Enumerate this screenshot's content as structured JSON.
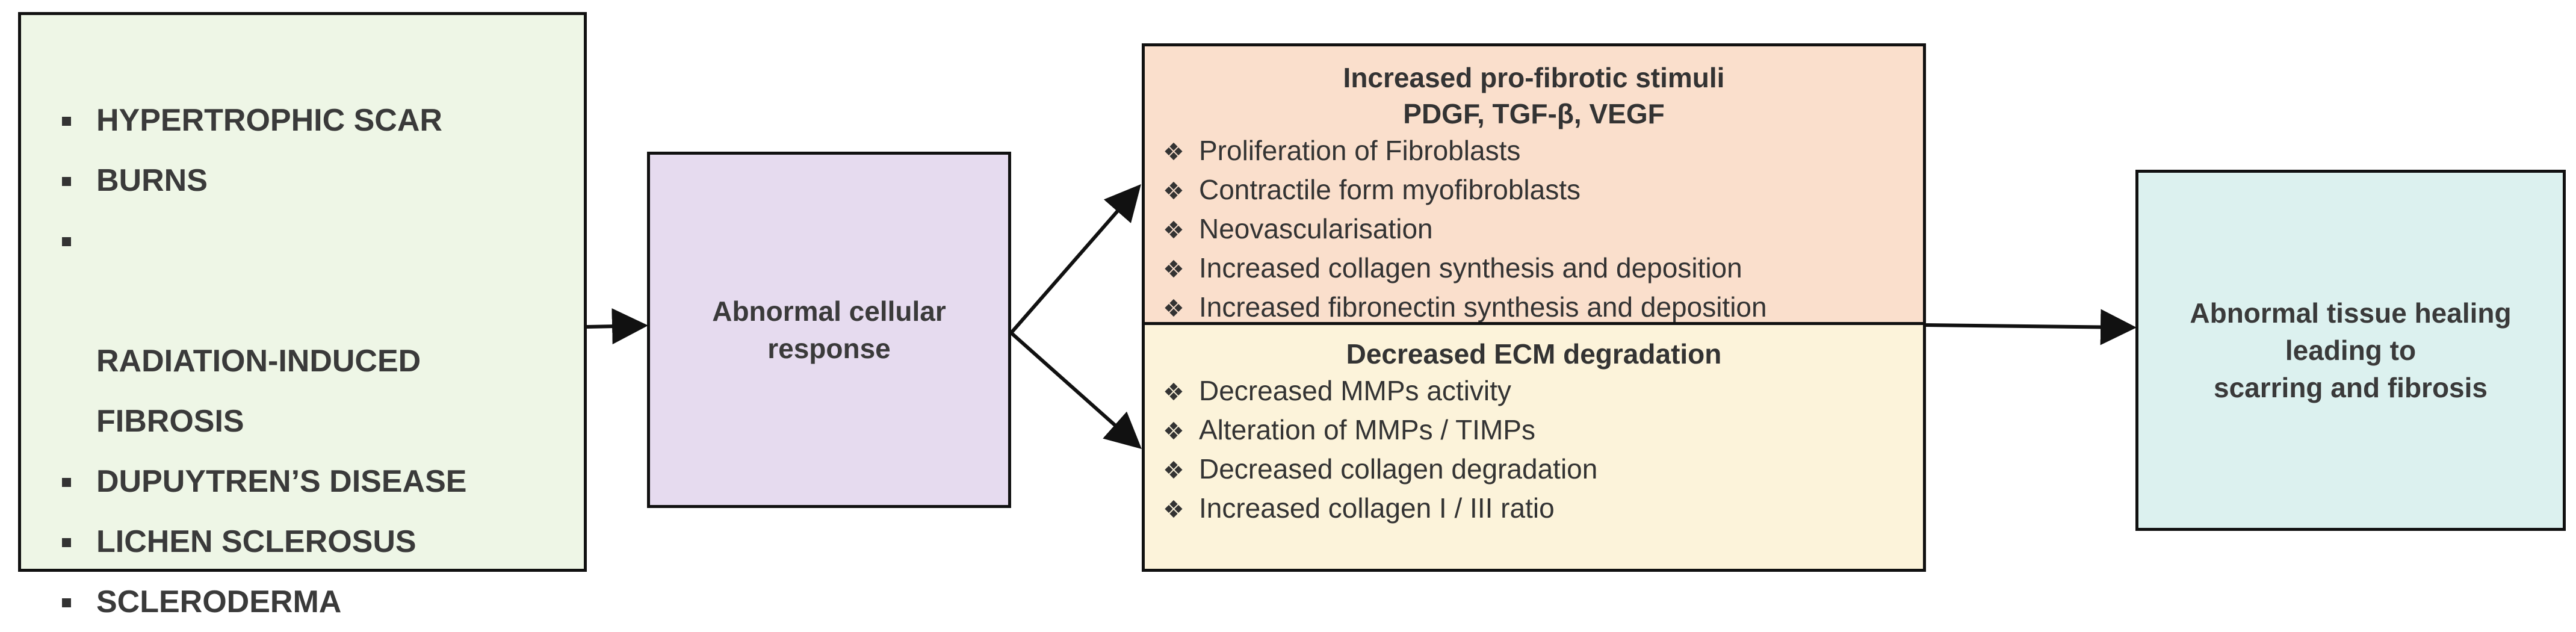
{
  "conditions": {
    "items": [
      "HYPERTROPHIC SCAR",
      "BURNS",
      "RADIATION-INDUCED\nFIBROSIS",
      "DUPUYTREN’S DISEASE",
      "LICHEN SCLEROSUS",
      "SCLERODERMA"
    ]
  },
  "cellular_response": {
    "label": "Abnormal cellular\nresponse"
  },
  "stimuli": {
    "title_line1": "Increased pro-fibrotic stimuli",
    "title_line2": "PDGF, TGF-β, VEGF",
    "items": [
      "Proliferation of Fibroblasts",
      "Contractile form myofibroblasts",
      "Neovascularisation",
      "Increased collagen synthesis and deposition",
      "Increased fibronectin synthesis and deposition"
    ]
  },
  "ecm": {
    "title": "Decreased ECM degradation",
    "items": [
      "Decreased MMPs activity",
      "Alteration of MMPs / TIMPs",
      "Decreased collagen degradation",
      "Increased collagen I / III ratio"
    ]
  },
  "outcome": {
    "label": "Abnormal tissue healing\nleading to\nscarring and fibrosis"
  },
  "symbols": {
    "square_bullet": "▪",
    "diamond_bullet": "❖"
  },
  "colors": {
    "conditions_bg": "#eef6e6",
    "cellular_bg": "#e6dbef",
    "stimuli_bg": "#fadfcc",
    "ecm_bg": "#fcf3da",
    "outcome_bg": "#dcf1ef",
    "border": "#111111"
  }
}
